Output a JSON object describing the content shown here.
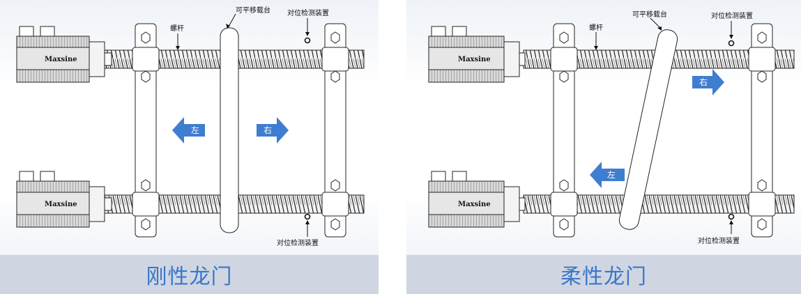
{
  "left": {
    "caption": "刚性龙门",
    "labels": {
      "screw": "螺杆",
      "platform": "可平移载台",
      "sensor_top": "对位检测装置",
      "sensor_bottom": "对位检测装置"
    },
    "arrow_left": "左",
    "arrow_right": "右",
    "motor_brand": "Maxsine"
  },
  "right": {
    "caption": "柔性龙门",
    "labels": {
      "screw": "螺杆",
      "platform": "可平移载台",
      "sensor_top": "对位检测装置",
      "sensor_bottom": "对位检测装置"
    },
    "arrow_left": "左",
    "arrow_right": "右",
    "motor_brand": "Maxsine"
  },
  "colors": {
    "caption_text": "#3b76c9",
    "caption_bar": "#cfd6e2",
    "arrow_fill": "#3f7dd0"
  }
}
